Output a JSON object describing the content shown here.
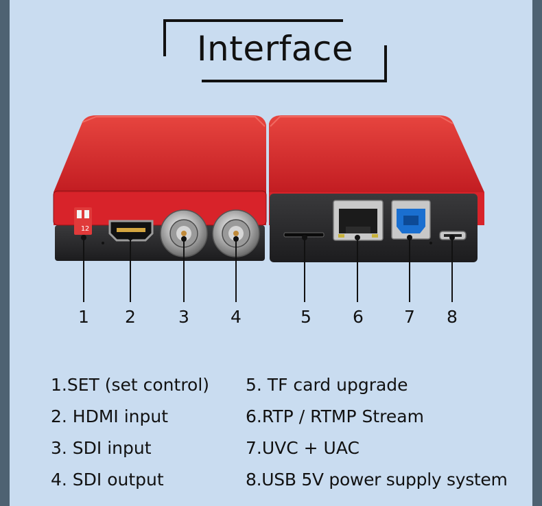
{
  "title": "Interface",
  "callout_numbers": [
    "1",
    "2",
    "3",
    "4",
    "5",
    "6",
    "7",
    "8"
  ],
  "legend_left": [
    "1.SET (set control)",
    "2. HDMI input",
    "3. SDI input",
    "4. SDI output"
  ],
  "legend_right": [
    "5. TF card upgrade",
    "6.RTP / RTMP Stream",
    "7.UVC + UAC",
    "8.USB 5V power supply system"
  ],
  "switch_labels": [
    "1",
    "2"
  ],
  "colors": {
    "panel": "#c9dcf0",
    "frame": "#4e6272",
    "device_red": "#d8232a",
    "device_face": "#333333"
  }
}
